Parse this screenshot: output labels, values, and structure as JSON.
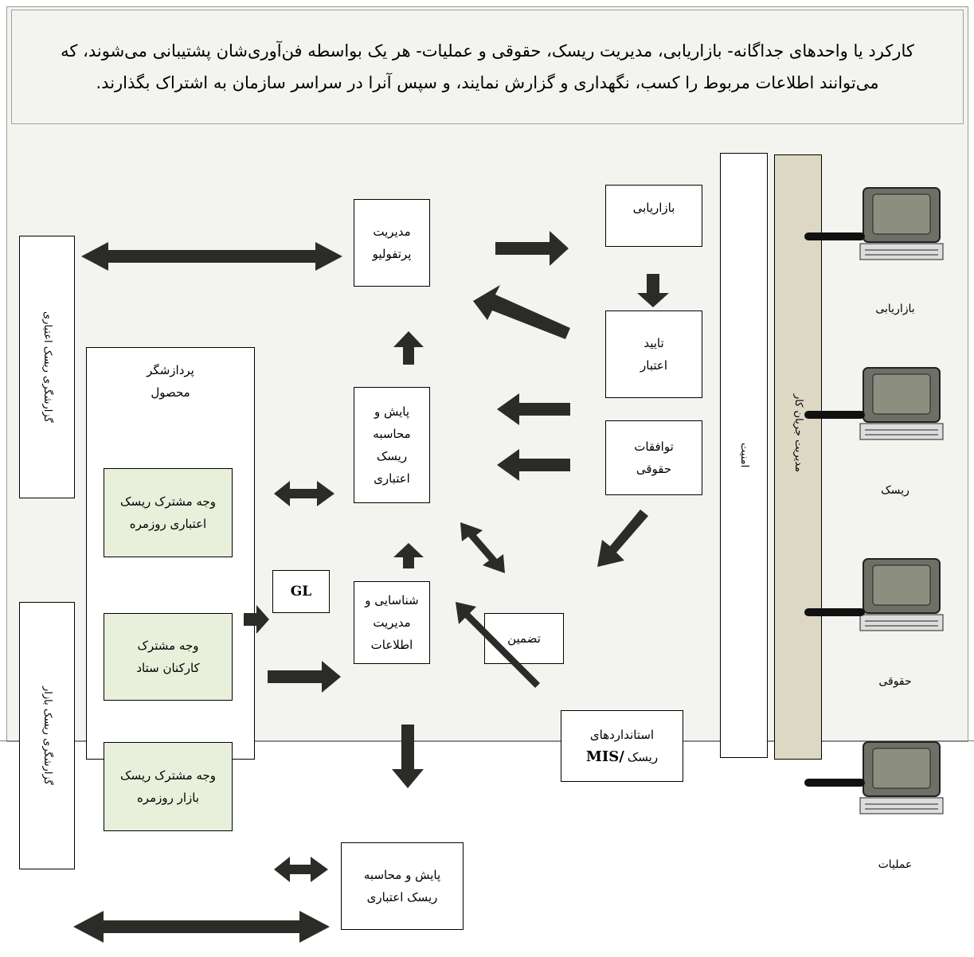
{
  "header": {
    "text": "کارکرد یا واحدهای جداگانه- بازاریابی، مدیریت ریسک، حقوقی و عملیات- هر یک بواسطه فن‌آوری‌شان پشتیبانی می‌شوند، که می‌توانند اطلاعات مربوط را کسب، نگهداری و گزارش نمایند، و سپس آنرا در سراسر سازمان به اشتراک بگذارند."
  },
  "boxes": {
    "portfolio": "مدیریت\nپرتفولیو",
    "marketing": "بازاریابی",
    "credit_approval": "تایید\nاعتبار",
    "legal_agreements": "توافقات\nحقوقی",
    "credit_risk_monitoring": "پایش و\nمحاسبه\nریسک\nاعتباری",
    "info_management": "شناسایی و\nمدیریت\nاطلاعات",
    "collateral": "تضمین",
    "gl": "GL",
    "mis_line1": "استانداردهای",
    "mis_line2": "ریسک",
    "mis_bold": "MIS/",
    "product_processor": "پردازشگر\nمحصول",
    "daily_credit_interface": "وجه مشترک ریسک\nاعتباری روزمره",
    "staff_interface": "وجه مشترک\nکارکنان ستاد",
    "daily_market_interface": "وجه مشترک ریسک\nبازار روزمره",
    "bottom_monitoring": "پایش و محاسبه\nریسک اعتباری",
    "credit_risk_reporting": "گزارشگری ریسک اعتباری",
    "market_risk_reporting": "گزارشگری ریسک بازار",
    "security": "امنیت",
    "workflow": "مدیریت جریان کار"
  },
  "computers": [
    {
      "label": "بازاریابی",
      "icon": "computer-icon"
    },
    {
      "label": "ریسک",
      "icon": "computer-icon"
    },
    {
      "label": "حقوقی",
      "icon": "computer-icon"
    },
    {
      "label": "عملیات",
      "icon": "computer-icon"
    }
  ],
  "colors": {
    "arrow": "#2b2b28",
    "green_box": "#e8f0dc",
    "workflow_bar": "#ddd8c4",
    "panel": "#f3f3ef"
  }
}
